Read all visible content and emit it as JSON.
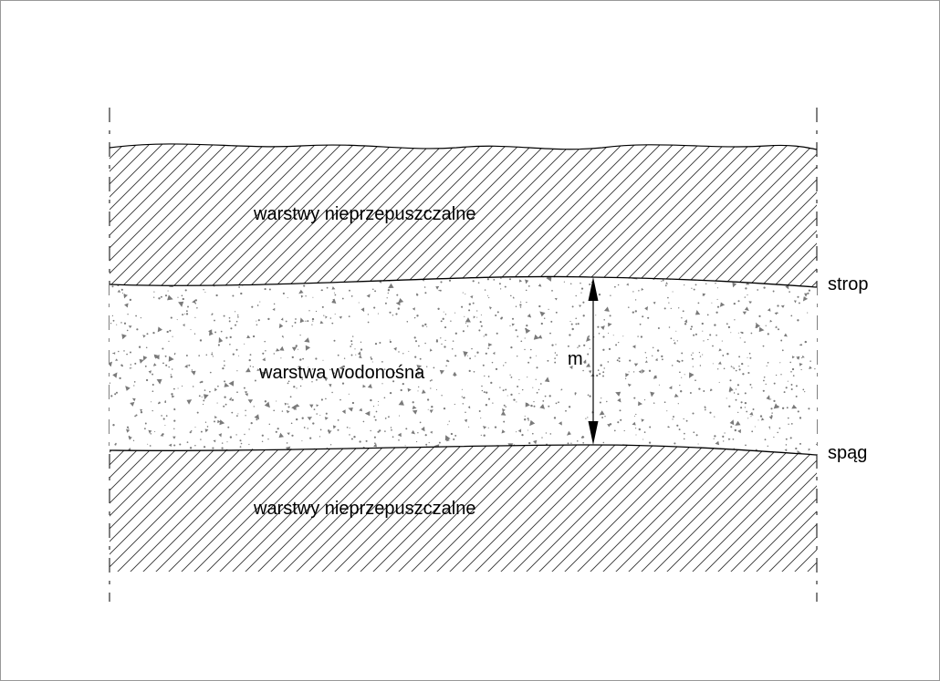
{
  "labels": {
    "top_layer": "warstwy nieprzepuszczalne",
    "aquifer": "warstwa wodonośna",
    "bottom_layer": "warstwy nieprzepuszczalne",
    "roof": "strop",
    "floor": "spąg",
    "thickness": "m"
  },
  "colors": {
    "line": "#000000",
    "hatch": "#333333",
    "sand_grain": "#7a7a7a",
    "frame_border": "#999999",
    "background": "#ffffff"
  }
}
